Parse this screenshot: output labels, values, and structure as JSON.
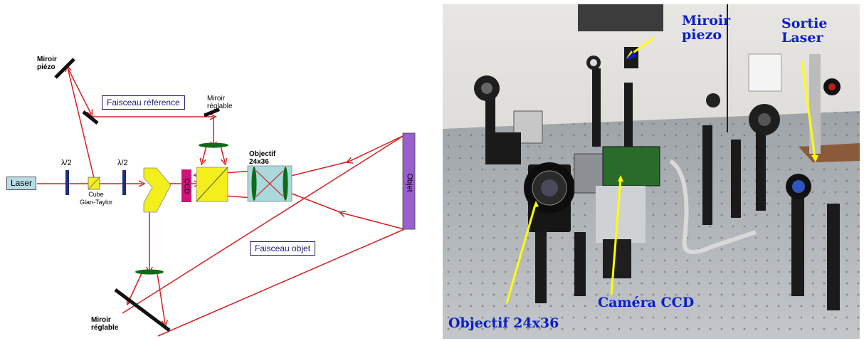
{
  "diagram": {
    "labels": {
      "miroir_piezo": "Miroir\npiézo",
      "faisceau_reference": "Faisceau référence",
      "miroir_reglable_top": "Miroir\nréglable",
      "laser": "Laser",
      "lambda_half_1": "λ/2",
      "lambda_half_2": "λ/2",
      "cube": "Cube\nGlan-Taylor",
      "ccd": "CCD",
      "objectif": "Objectif\n24x36",
      "objet": "Objet",
      "faisceau_objet": "Faisceau objet",
      "miroir_reglable_bottom": "Miroir\nréglable"
    },
    "colors": {
      "beam": "#d42020",
      "lens": "#0f6b18",
      "waveplate": "#1f2c7a",
      "cube": "#f3ef1c",
      "ccd": "#d0127a",
      "objet": "#9b5fd0",
      "objectif": "#a9d9dc"
    }
  },
  "photo": {
    "labels": {
      "miroir_piezo": "Miroir\npiezo",
      "sortie_laser": "Sortie\nLaser",
      "objectif": "Objectif 24x36",
      "camera": "Caméra CCD"
    },
    "colors": {
      "text": "#0a1fc8",
      "pointer": "#ffff00"
    }
  }
}
